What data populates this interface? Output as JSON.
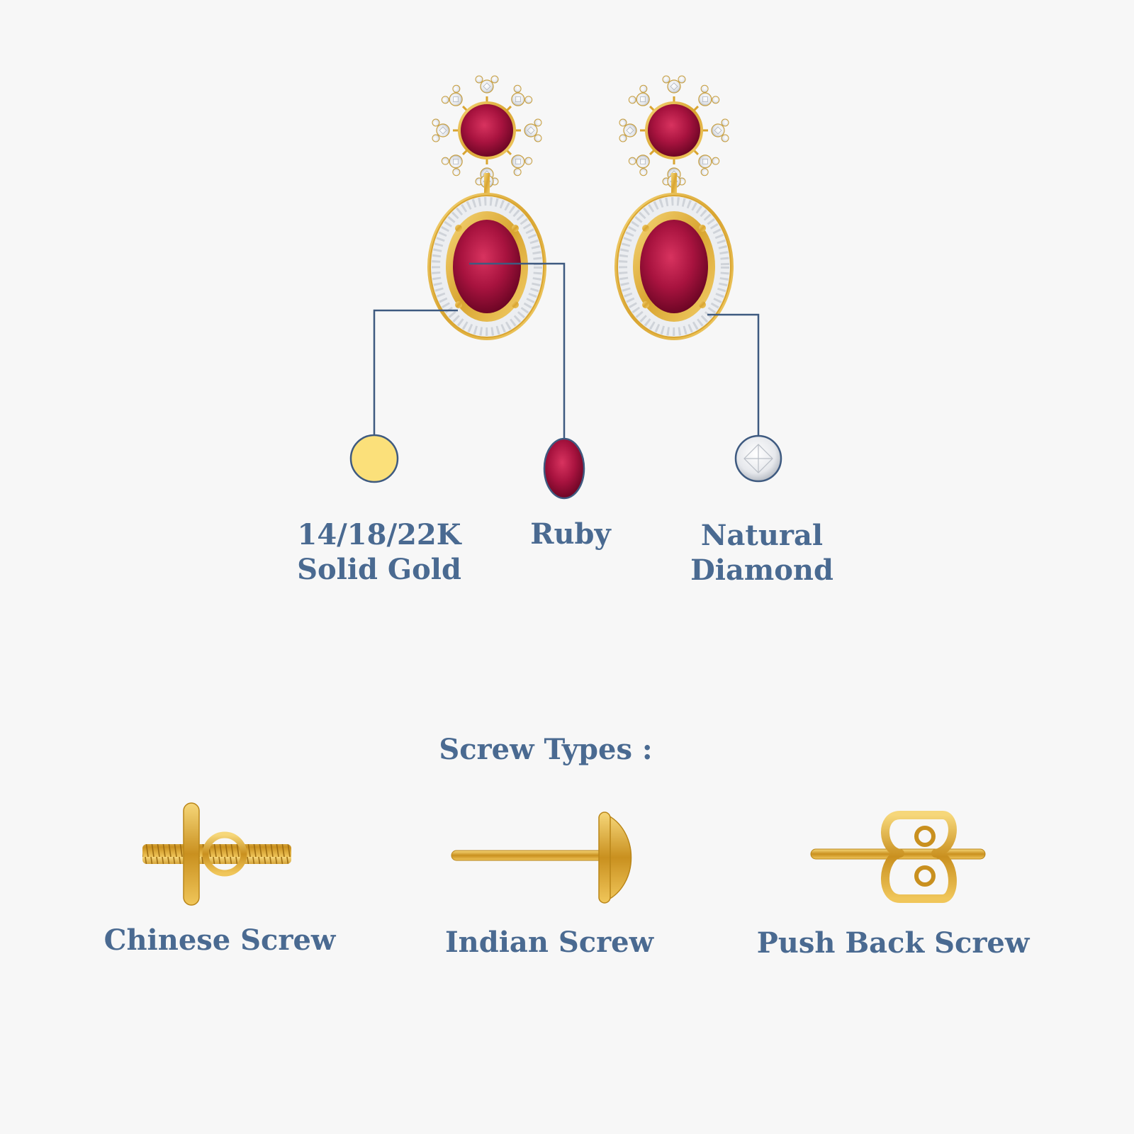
{
  "materials": [
    {
      "name": "gold",
      "line1": "14/18/22K",
      "line2": "Solid Gold",
      "swatch_color": "#fbe07a",
      "swatch_border": "#3e5a80"
    },
    {
      "name": "ruby",
      "line1": "Ruby",
      "swatch_color": "#a0103e",
      "swatch_border": "#3e5a80"
    },
    {
      "name": "diamond",
      "line1": "Natural",
      "line2": "Diamond",
      "swatch_color": "#ffffff",
      "swatch_border": "#3e5a80"
    }
  ],
  "screws": {
    "heading": "Screw Types :",
    "items": [
      {
        "label": "Chinese Screw",
        "icon": "chinese-screw-icon"
      },
      {
        "label": "Indian Screw",
        "icon": "indian-screw-icon"
      },
      {
        "label": "Push Back Screw",
        "icon": "push-back-screw-icon"
      }
    ]
  },
  "colors": {
    "text": "#4a6a91",
    "line": "#3e5a80",
    "gold": "#e5b53d",
    "ruby": "#a0103e",
    "background": "#f7f7f7"
  }
}
